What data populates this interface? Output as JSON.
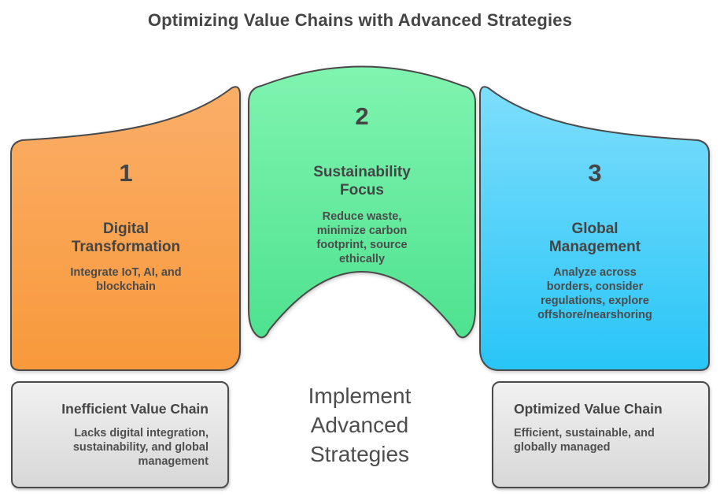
{
  "title": "Optimizing Value Chains with Advanced Strategies",
  "stages": [
    {
      "number": "1",
      "title": "Digital Transformation",
      "title_lines": [
        "Digital",
        "Transformation"
      ],
      "description": "Integrate IoT, AI, and blockchain",
      "description_lines": [
        "Integrate IoT, AI, and",
        "blockchain"
      ],
      "gradient_top": "#fbae68",
      "gradient_bottom": "#f8993b"
    },
    {
      "number": "2",
      "title": "Sustainability Focus",
      "title_lines": [
        "Sustainability",
        "Focus"
      ],
      "description": "Reduce waste, minimize carbon footprint, source ethically",
      "description_lines": [
        "Reduce waste,",
        "minimize carbon",
        "footprint, source",
        "ethically"
      ],
      "gradient_top": "#80f4b0",
      "gradient_bottom": "#4ee28f"
    },
    {
      "number": "3",
      "title": "Global Management",
      "title_lines": [
        "Global",
        "Management"
      ],
      "description": "Analyze across borders, consider regulations, explore offshore/nearshoring",
      "description_lines": [
        "Analyze across",
        "borders, consider",
        "regulations, explore",
        "offshore/nearshoring"
      ],
      "gradient_top": "#7edefc",
      "gradient_bottom": "#28c5f7"
    }
  ],
  "before_box": {
    "title": "Inefficient Value Chain",
    "description": "Lacks digital integration, sustainability, and global management",
    "description_lines": [
      "Lacks digital integration,",
      "sustainability, and global",
      "management"
    ]
  },
  "center_label": {
    "text": "Implement Advanced Strategies",
    "lines": [
      "Implement",
      "Advanced",
      "Strategies"
    ]
  },
  "after_box": {
    "title": "Optimized Value Chain",
    "description": "Efficient, sustainable, and globally managed",
    "description_lines": [
      "Efficient, sustainable, and",
      "globally managed"
    ]
  },
  "colors": {
    "outline": "#4a4a4a",
    "text_dark": "#454545",
    "box_gradient_top": "#f1f1f1",
    "box_gradient_bottom": "#d7d7d8"
  }
}
